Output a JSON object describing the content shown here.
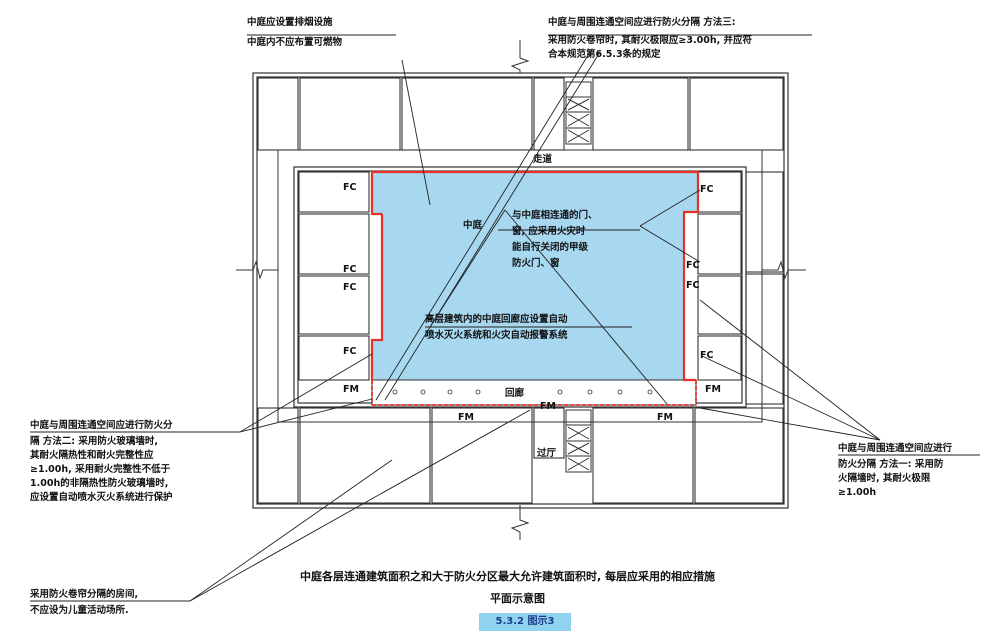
{
  "annotations": {
    "smoke_line1": "中庭应设置排烟设施",
    "smoke_line2": "中庭内不应布置可燃物",
    "method3_line1": "中庭与周围连通空间应进行防火分隔  方法三:",
    "method3_line2": "采用防火卷帘时, 其耐火极限应≥3.00h, 并应符",
    "method3_line3": "合本规范第6.5.3条的规定",
    "door_line1": "与中庭相连通的门、",
    "door_line2": "窗, 应采用火灾时",
    "door_line3": "能自行关闭的甲级",
    "door_line4": "防火门、窗",
    "sprinkler_line1": "高层建筑内的中庭回廊应设置自动",
    "sprinkler_line2": "喷水灭火系统和火灾自动报警系统",
    "method2_line1": "中庭与周围连通空间应进行防火分",
    "method2_line2": "隔  方法二: 采用防火玻璃墙时,",
    "method2_line3": "其耐火隔热性和耐火完整性应",
    "method2_line4": "≥1.00h, 采用耐火完整性不低于",
    "method2_line5": "1.00h的非隔热性防火玻璃墙时,",
    "method2_line6": "应设置自动喷水灭火系统进行保护",
    "method1_line1": "中庭与周围连通空间应进行",
    "method1_line2": "防火分隔  方法一: 采用防",
    "method1_line3": "火隔墙时, 其耐火极限",
    "method1_line4": "≥1.00h",
    "shutter_line1": "采用防火卷帘分隔的房间,",
    "shutter_line2": "不应设为儿童活动场所."
  },
  "plan_labels": {
    "corridor": "走道",
    "atrium": "中庭",
    "gallery": "回廊",
    "lobby": "过厅",
    "fc": "FC",
    "fm": "FM"
  },
  "caption": {
    "line1": "中庭各层连通建筑面积之和大于防火分区最大允许建筑面积时, 每层应采用的相应措施",
    "line2": "平面示意图",
    "figure_no": "5.3.2 图示3"
  },
  "colors": {
    "atrium_fill": "#a8d7f0",
    "fire_wall": "#e8302a",
    "wall": "#333333",
    "figure_badge": "#8fd3ee"
  }
}
